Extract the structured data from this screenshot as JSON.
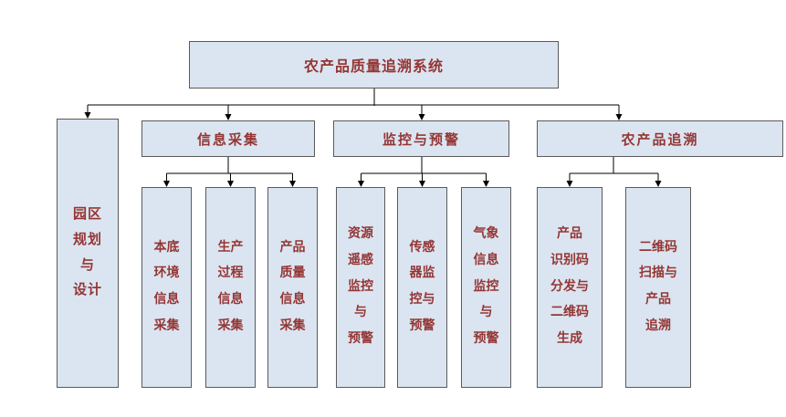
{
  "root": {
    "label": "农产品质量追溯系统"
  },
  "park": {
    "label": "园区\n规划\n与\n设计"
  },
  "branches": [
    {
      "label": "信息采集",
      "children": [
        {
          "label": "本底\n环境\n信息\n采集"
        },
        {
          "label": "生产\n过程\n信息\n采集"
        },
        {
          "label": "产品\n质量\n信息\n采集"
        }
      ]
    },
    {
      "label": "监控与预警",
      "children": [
        {
          "label": "资源\n遥感\n监控\n与\n预警"
        },
        {
          "label": "传感\n器监\n控与\n预警"
        },
        {
          "label": "气象\n信息\n监控\n与\n预警"
        }
      ]
    },
    {
      "label": "农产品追溯",
      "children": [
        {
          "label": "产品\n识别码\n分发与\n二维码\n生成"
        },
        {
          "label": "二维码\n扫描与\n产品\n追溯"
        }
      ]
    }
  ],
  "colors": {
    "node_fill": "#dbe5f1",
    "node_border": "#5a5a5a",
    "node_text": "#943634",
    "connector": "#000000",
    "background": "#ffffff"
  }
}
